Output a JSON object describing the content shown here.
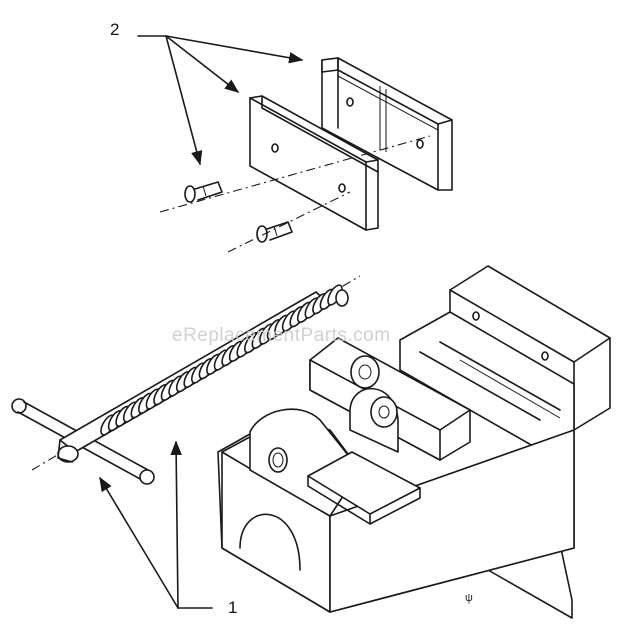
{
  "labels": {
    "callout_1": "1",
    "callout_2": "2"
  },
  "watermark": "eReplacementParts.com",
  "corner_mark": "ψ",
  "colors": {
    "line": "#1a1a1a",
    "background": "#ffffff",
    "watermark": "#c9c9c9"
  }
}
